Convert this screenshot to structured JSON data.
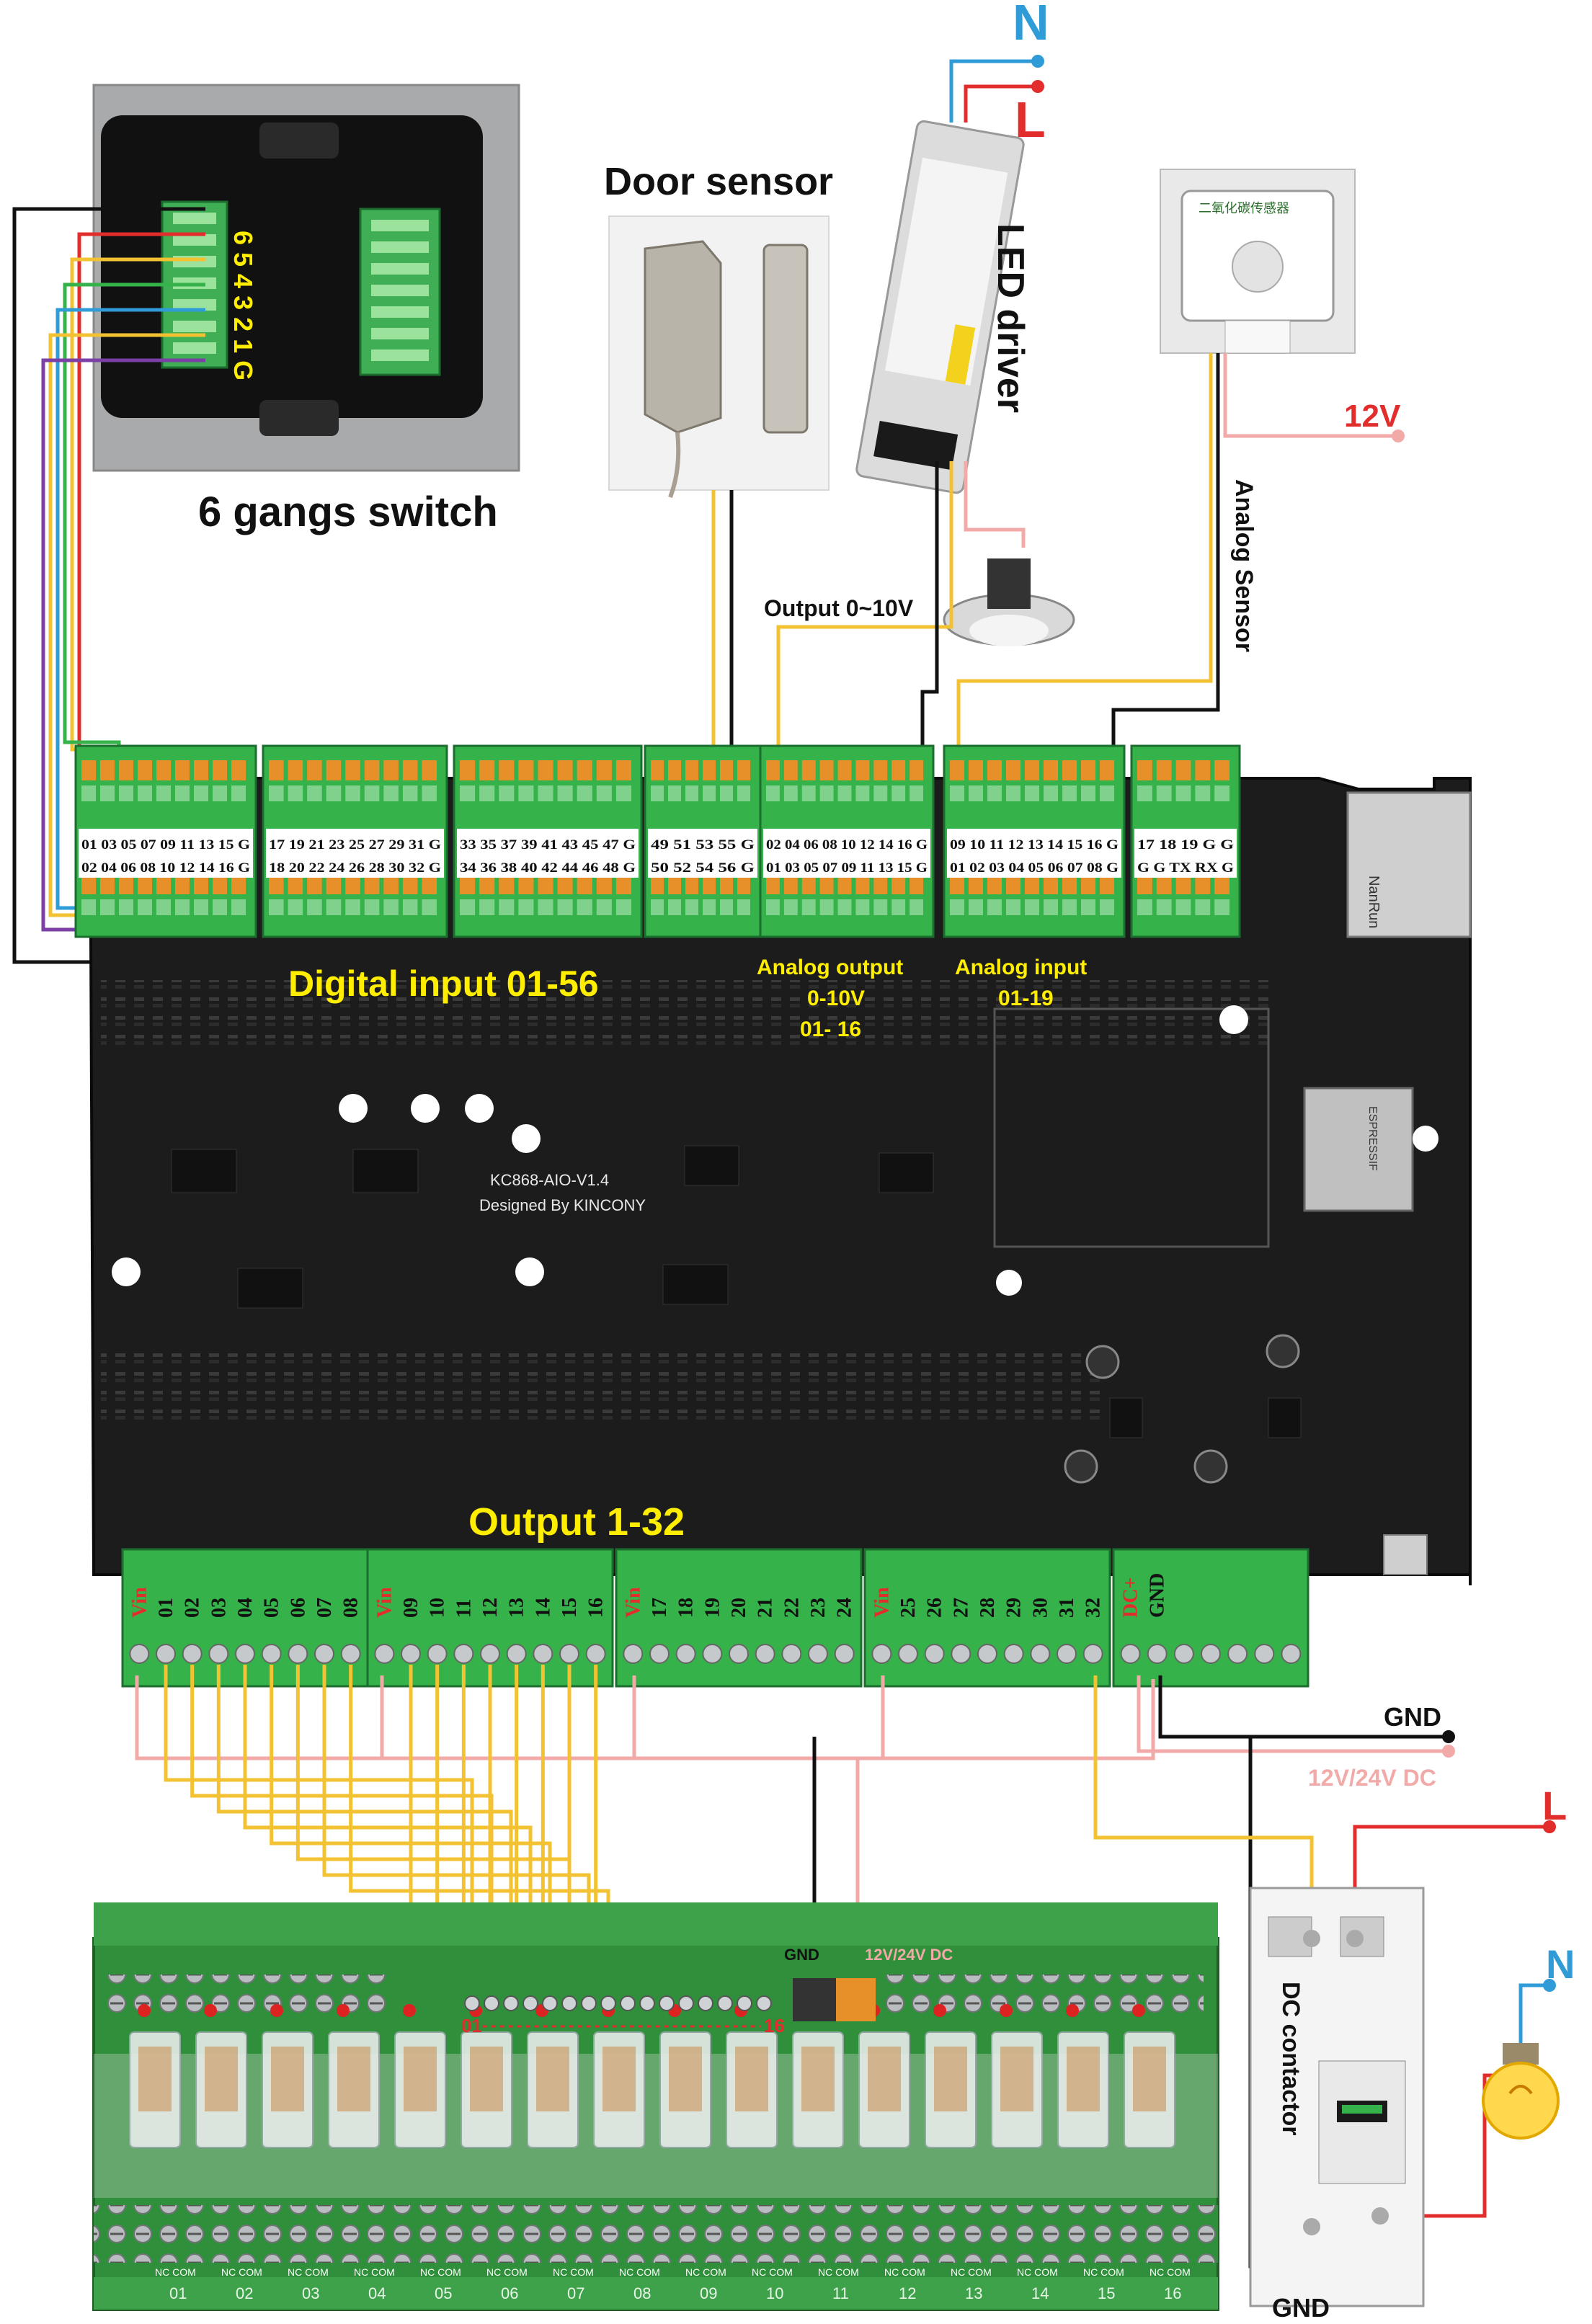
{
  "colors": {
    "board": "#1c1c1c",
    "terminal_green": "#35b34a",
    "terminal_orange": "#e7902a",
    "yellow_label": "#ffee00",
    "wire_yellow": "#f2c233",
    "wire_pink": "#f2aaa8",
    "wire_red": "#e22d2d",
    "wire_blue": "#2f9bd7",
    "wire_black": "#111111",
    "relay_board": "#2f8f3a",
    "contactor": "#f4f4f4"
  },
  "labels": {
    "door_sensor": "Door sensor",
    "led_driver": "LED driver",
    "switch": "6 gangs switch",
    "switch_pins": "6 5 4 3 2 1 G",
    "n": "N",
    "l": "L",
    "twelve_v": "12V",
    "analog_sensor": "Analog Sensor",
    "sensor_title": "二氧化碳传感器",
    "output_0_10v": "Output 0~10V",
    "digital_input": "Digital input 01-56",
    "analog_output": "Analog output 0-10V 01- 16",
    "analog_input": "Analog input 01-19",
    "output_1_32": "Output 1-32",
    "board_model": "KC868-AIO-V1.4",
    "designed_by": "Designed By KINCONY",
    "gnd": "GND",
    "dc_supply": "12V/24V DC",
    "relay_gnd": "GND",
    "relay_supply": "12V/24V DC",
    "relay_first": "01",
    "relay_last": "16",
    "dc_contactor": "DC contactor",
    "gnd_bottom": "GND",
    "l_right": "L",
    "n_right": "N",
    "dc_plus": "DC+",
    "vin": "Vin",
    "esp_label": "ESPRESSIF",
    "rj45_label": "NanRun"
  },
  "input_blocks": [
    {
      "top": "01 03 05 07 09 11 13 15 G",
      "bottom": "02 04 06 08 10 12 14 16 G"
    },
    {
      "top": "17 19 21 23 25 27 29 31 G",
      "bottom": "18 20 22 24 26 28 30 32 G"
    },
    {
      "top": "33 35 37 39 41 43 45 47 G",
      "bottom": "34 36 38 40 42 44 46 48 G"
    },
    {
      "top": "49 51 53 55 G",
      "bottom": "50 52 54 56 G"
    },
    {
      "top": "02 04 06 08 10 12 14 16 G",
      "bottom": "01 03 05 07 09 11 13 15 G"
    },
    {
      "top": "09 10 11 12 13 14 15 16 G",
      "bottom": "01 02 03 04 05 06 07 08 G"
    },
    {
      "top": "17 18 19 G G",
      "bottom": "G G TX RX G"
    }
  ],
  "output_blocks": [
    [
      "Vin",
      "01",
      "02",
      "03",
      "04",
      "05",
      "06",
      "07",
      "08"
    ],
    [
      "Vin",
      "09",
      "10",
      "11",
      "12",
      "13",
      "14",
      "15",
      "16"
    ],
    [
      "Vin",
      "17",
      "18",
      "19",
      "20",
      "21",
      "22",
      "23",
      "24"
    ],
    [
      "Vin",
      "25",
      "26",
      "27",
      "28",
      "29",
      "30",
      "31",
      "32"
    ],
    [
      "DC+",
      "GND"
    ]
  ],
  "relay_bottom_numbers": [
    "01",
    "02",
    "03",
    "04",
    "05",
    "06",
    "07",
    "08",
    "09",
    "10",
    "11",
    "12",
    "13",
    "14",
    "15",
    "16"
  ],
  "relay_contact_labels": "NC COM"
}
